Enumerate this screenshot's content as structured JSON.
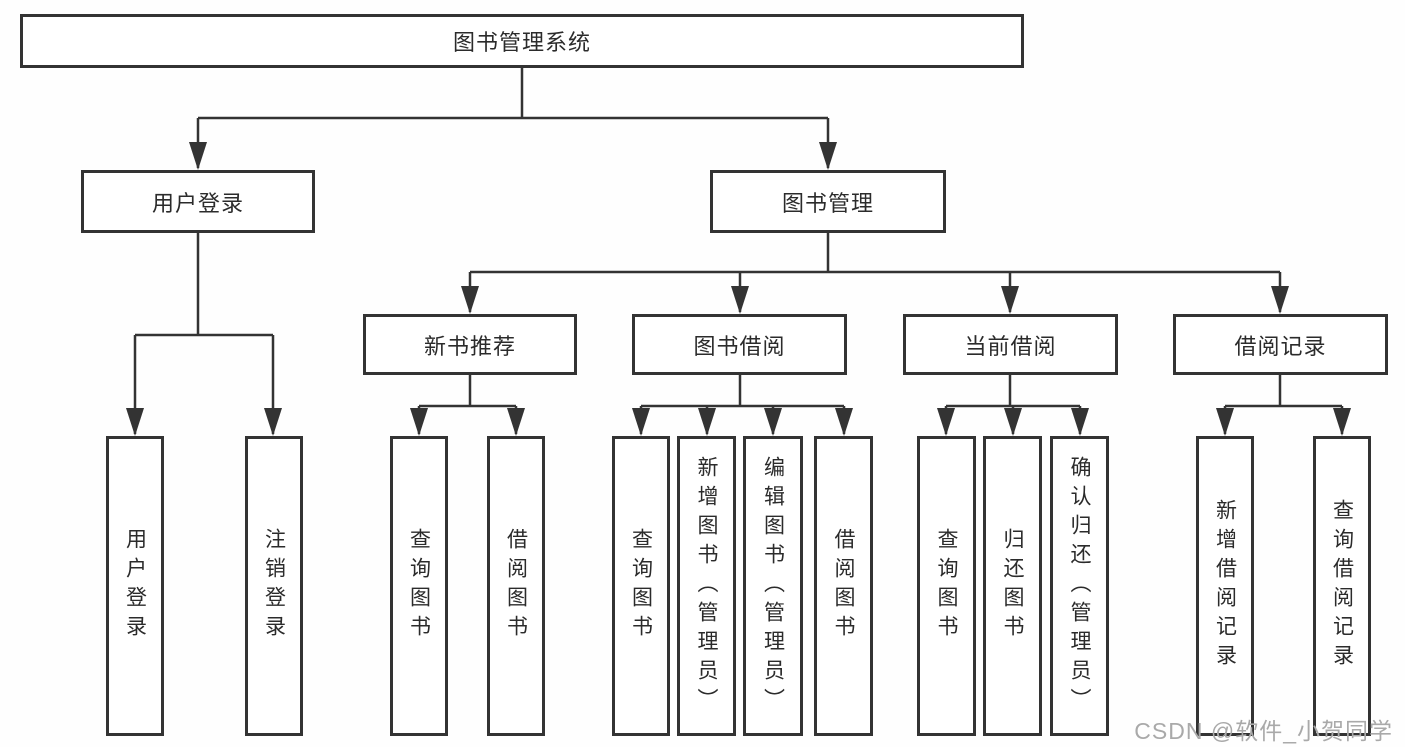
{
  "tree": {
    "root": {
      "label": "图书管理系统"
    },
    "branches": [
      {
        "label": "用户登录",
        "children": [
          {
            "label": "用户登录"
          },
          {
            "label": "注销登录"
          }
        ]
      },
      {
        "label": "图书管理",
        "children": [
          {
            "label": "新书推荐",
            "children": [
              {
                "label": "查询图书"
              },
              {
                "label": "借阅图书"
              }
            ]
          },
          {
            "label": "图书借阅",
            "children": [
              {
                "label": "查询图书"
              },
              {
                "label": "新增图书（管理员）"
              },
              {
                "label": "编辑图书（管理员）"
              },
              {
                "label": "借阅图书"
              }
            ]
          },
          {
            "label": "当前借阅",
            "children": [
              {
                "label": "查询图书"
              },
              {
                "label": "归还图书"
              },
              {
                "label": "确认归还（管理员）"
              }
            ]
          },
          {
            "label": "借阅记录",
            "children": [
              {
                "label": "新增借阅记录"
              },
              {
                "label": "查询借阅记录"
              }
            ]
          }
        ]
      }
    ]
  },
  "watermark": {
    "text": "CSDN @软件_小贺同学"
  },
  "colors": {
    "line": "#333333",
    "text": "#2b2b2b",
    "watermark": "#a9a9a9",
    "box_bg": "#ffffff"
  }
}
